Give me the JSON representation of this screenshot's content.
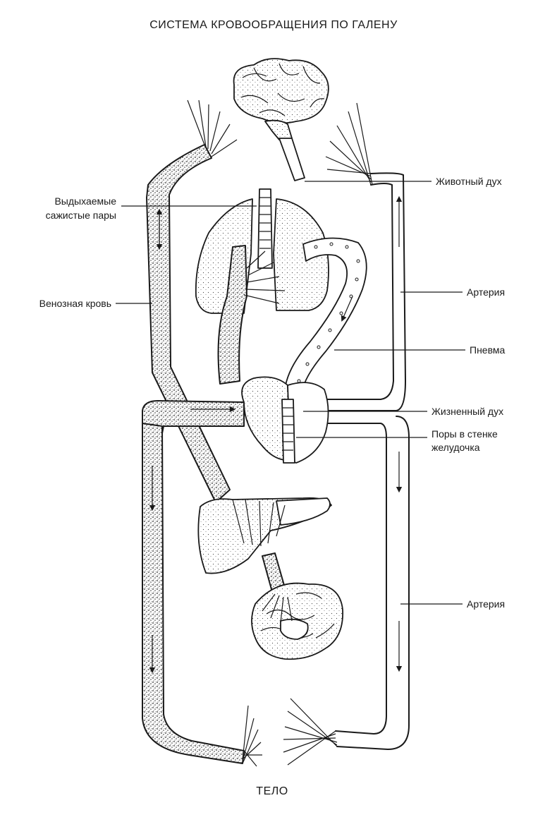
{
  "title": "СИСТЕМА КРОВООБРАЩЕНИЯ ПО ГАЛЕНУ",
  "footer_label": "ТЕЛО",
  "labels": {
    "animal_spirit": "Животный дух",
    "exhaled_vapors_line1": "Выдыхаемые",
    "exhaled_vapors_line2": "сажистые пары",
    "artery_upper": "Артерия",
    "venous_blood": "Венозная кровь",
    "pneuma": "Пневма",
    "vital_spirit": "Жизненный дух",
    "pores_line1": "Поры в стенке",
    "pores_line2": "желудочка",
    "artery_lower": "Артерия"
  }
}
